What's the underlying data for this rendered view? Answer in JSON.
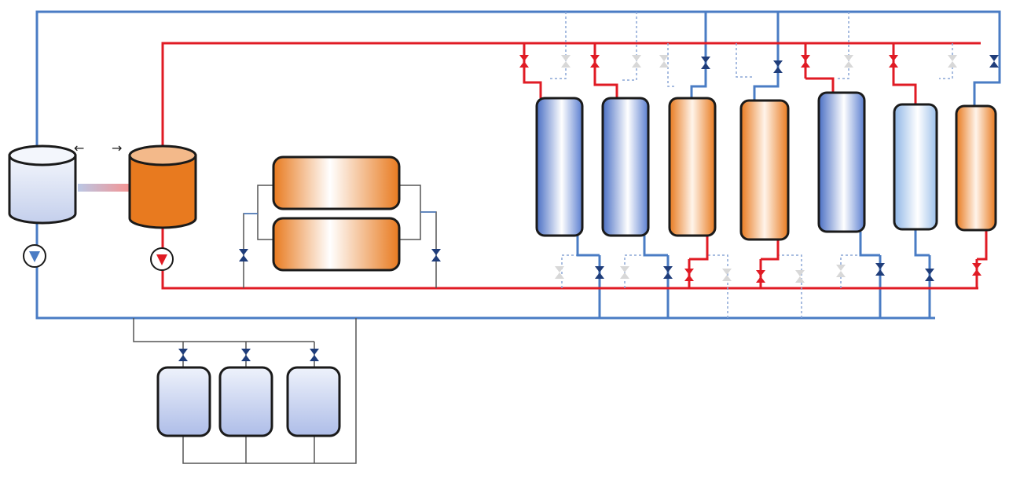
{
  "colors": {
    "hot_line": "#e01b24",
    "cold_line": "#4a7cc4",
    "dashed_line": "#8aa6d6",
    "gray_line": "#555555",
    "hot_fill_dark": "#e87a1f",
    "hot_fill_light": "#fbe4d2",
    "cold_fill_dark": "#4a6fc4",
    "cold_fill_light": "#ffffff",
    "storage_fill_top": "#e6ecf8",
    "storage_fill_bottom": "#b6c3ea",
    "valve_blue": "#1f3d7a",
    "valve_red": "#e01b24",
    "valve_gray": "#d8d8d8",
    "outline": "#1a1a1a"
  },
  "components": {
    "cold_tank": "cold-water-tank",
    "hot_tank": "hot-water-tank",
    "cold_pump": "cold-loop-pump",
    "hot_pump": "hot-loop-pump",
    "heat_exchangers": 2,
    "storage_tanks": 3,
    "columns": [
      {
        "state": "cold"
      },
      {
        "state": "cold"
      },
      {
        "state": "hot"
      },
      {
        "state": "hot"
      },
      {
        "state": "cold"
      },
      {
        "state": "cold-light"
      },
      {
        "state": "hot"
      }
    ]
  },
  "icons": {
    "arrow_left": "←",
    "arrow_right": "→",
    "valve": "valve-icon",
    "pump": "pump-icon"
  }
}
